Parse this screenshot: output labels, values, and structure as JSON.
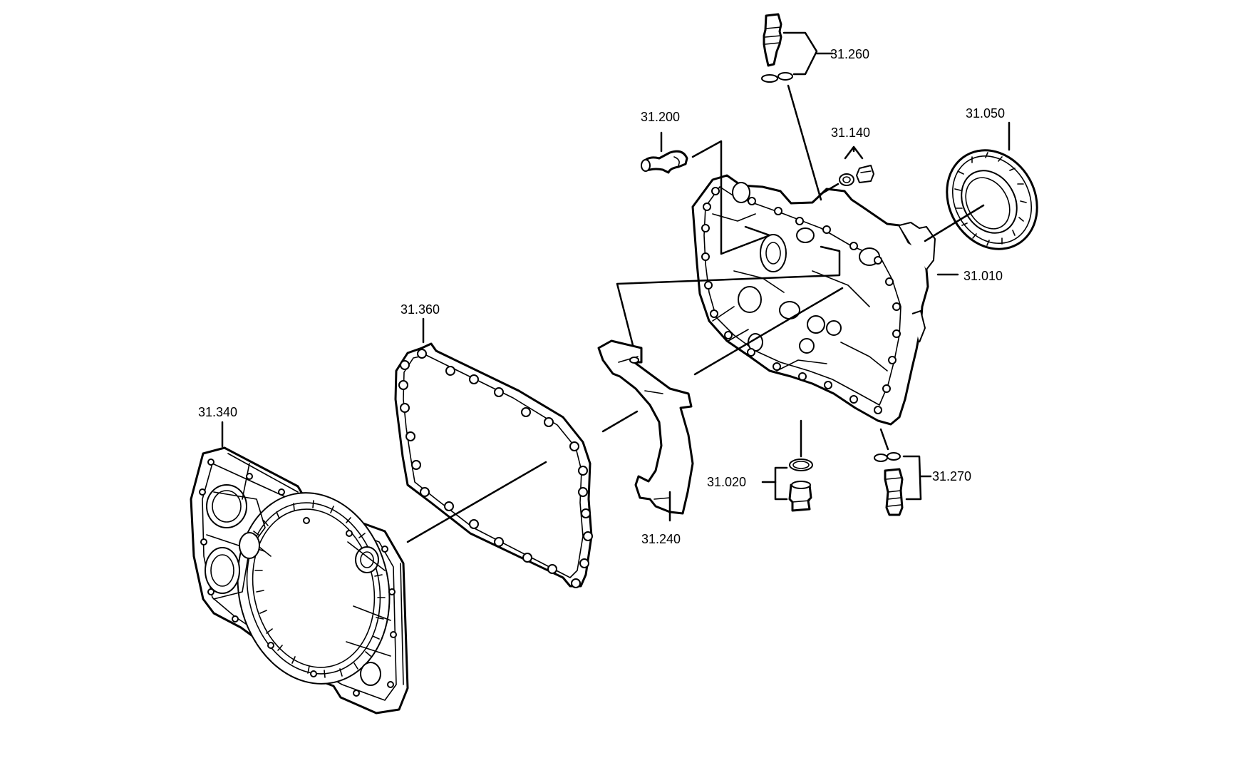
{
  "callouts": {
    "c31260": "31.260",
    "c31200": "31.200",
    "c31140": "31.140",
    "c31050": "31.050",
    "c31010": "31.010",
    "c31360": "31.360",
    "c31340": "31.340",
    "c31020": "31.020",
    "c31270": "31.270",
    "c31240": "31.240"
  }
}
